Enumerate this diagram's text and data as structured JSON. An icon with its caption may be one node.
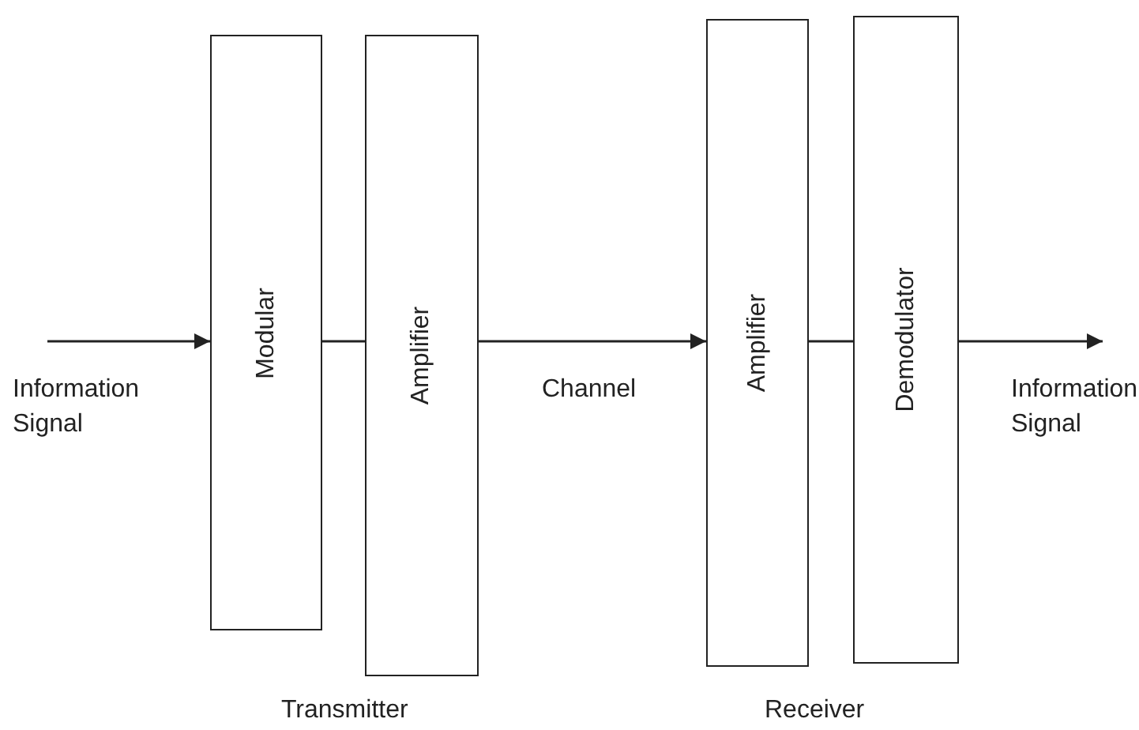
{
  "diagram": {
    "nodes": [
      {
        "text": [
          "Modular"
        ]
      },
      {
        "text": [
          "Amplifier"
        ]
      },
      {
        "text": [
          "Amplifier"
        ]
      },
      {
        "text": [
          "Demodulator"
        ]
      }
    ],
    "edges": [
      {
        "from": null,
        "to": 0,
        "arrow": "to"
      },
      {
        "from": 0,
        "to": 1,
        "arrow": "none"
      },
      {
        "from": 1,
        "to": 2,
        "arrow": "to",
        "label": "Channel"
      },
      {
        "from": 2,
        "to": 3,
        "arrow": "none"
      },
      {
        "from": 3,
        "to": null,
        "arrow": "to"
      }
    ],
    "labels": [
      "Information Signal",
      "Information Signal",
      "Transmitter",
      "Receiver"
    ]
  }
}
